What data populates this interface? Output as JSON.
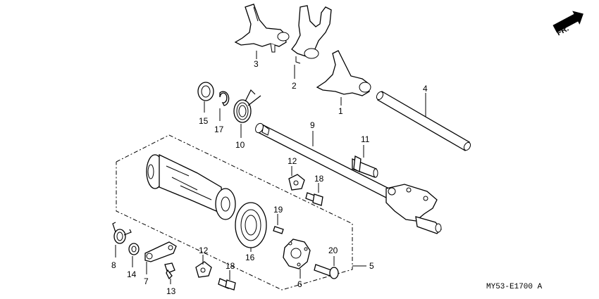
{
  "diagram_code": "MY53-E1700 A",
  "direction_label": "FR.",
  "icons": [
    "front-direction-arrow-icon"
  ],
  "callouts": {
    "p1": "1",
    "p2": "2",
    "p3": "3",
    "p4": "4",
    "p5": "5",
    "p6": "6",
    "p7": "7",
    "p8": "8",
    "p9": "9",
    "p10": "10",
    "p11": "11",
    "p12a": "12",
    "p12b": "12",
    "p13": "13",
    "p14": "14",
    "p15": "15",
    "p17": "17",
    "p16": "16",
    "p18a": "18",
    "p18b": "18",
    "p19": "19",
    "p20": "20"
  }
}
